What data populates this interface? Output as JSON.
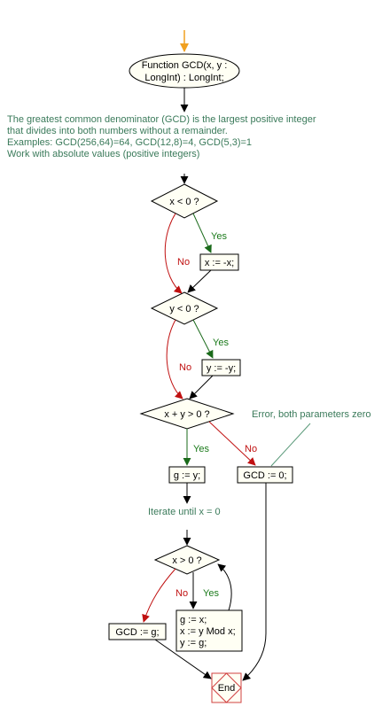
{
  "function_header": {
    "line1": "Function GCD(x, y :",
    "line2": "LongInt) : LongInt;"
  },
  "description": {
    "line1": "The greatest common denominator (GCD) is the largest positive integer",
    "line2": "that divides into both numbers without a remainder.",
    "line3": "Examples: GCD(256,64)=64, GCD(12,8)=4, GCD(5,3)=1",
    "line4": "Work with absolute values (positive integers)"
  },
  "decision_x_negative": {
    "label": "x < 0 ?",
    "yes": "Yes",
    "no": "No"
  },
  "action_x_abs": {
    "label": "x := -x;"
  },
  "decision_y_negative": {
    "label": "y < 0 ?",
    "yes": "Yes",
    "no": "No"
  },
  "action_y_abs": {
    "label": "y := -y;"
  },
  "decision_sum_positive": {
    "label": "x + y > 0 ?",
    "yes": "Yes",
    "no": "No"
  },
  "error_note": "Error, both parameters zero",
  "action_gcd_zero": {
    "label": "GCD := 0;"
  },
  "action_g_assign": {
    "label": "g := y;"
  },
  "loop_note": "Iterate until x = 0",
  "decision_loop": {
    "label": "x > 0 ?",
    "yes": "Yes",
    "no": "No"
  },
  "action_loop_body": {
    "line1": "g := x;",
    "line2": "x := y Mod x;",
    "line3": "y := g;"
  },
  "action_gcd_result": {
    "label": "GCD := g;"
  },
  "end_node": {
    "label": "End"
  },
  "colors": {
    "start_arrow": "#f0a020",
    "yes_flow": "#1a6a1a",
    "no_flow": "#c01010",
    "note_line": "#5a9a7a",
    "end_node": "#d04040",
    "box_fill": "#fffff4"
  }
}
